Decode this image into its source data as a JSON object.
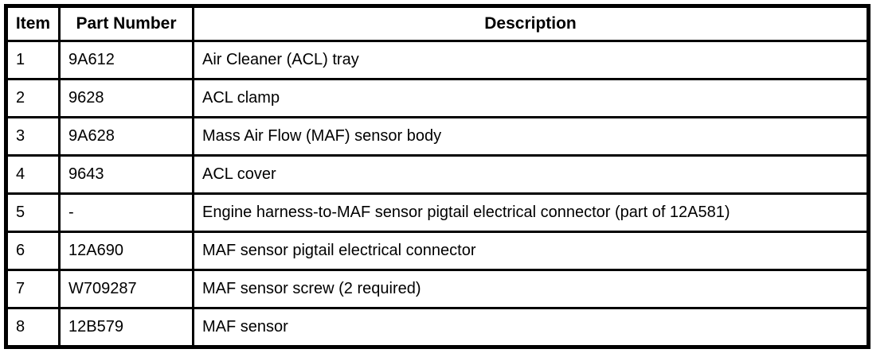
{
  "colors": {
    "border": "#000000",
    "background": "#ffffff",
    "text": "#000000"
  },
  "table": {
    "columns": [
      {
        "label": "Item"
      },
      {
        "label": "Part Number"
      },
      {
        "label": "Description"
      }
    ],
    "rows": [
      {
        "item": "1",
        "part_number": "9A612",
        "description": "Air Cleaner (ACL) tray"
      },
      {
        "item": "2",
        "part_number": "9628",
        "description": "ACL clamp"
      },
      {
        "item": "3",
        "part_number": "9A628",
        "description": "Mass Air Flow (MAF) sensor body"
      },
      {
        "item": "4",
        "part_number": "9643",
        "description": "ACL cover"
      },
      {
        "item": "5",
        "part_number": "-",
        "description": "Engine harness-to-MAF sensor pigtail electrical connector (part of 12A581)"
      },
      {
        "item": "6",
        "part_number": "12A690",
        "description": "MAF sensor pigtail electrical connector"
      },
      {
        "item": "7",
        "part_number": "W709287",
        "description": "MAF sensor screw (2 required)"
      },
      {
        "item": "8",
        "part_number": "12B579",
        "description": "MAF sensor"
      }
    ]
  }
}
